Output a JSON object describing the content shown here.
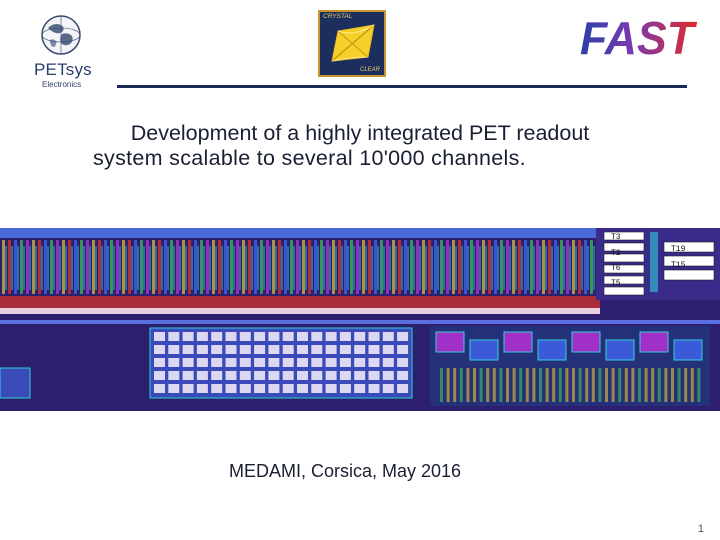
{
  "logos": {
    "petsys": {
      "name": "PETsys",
      "sub": "Electronics"
    },
    "crystal_clear": {
      "top": "CRYSTAL",
      "bottom": "CLEAR"
    },
    "fast": {
      "text": "FAST"
    }
  },
  "slide": {
    "title_line1": "Development of a highly integrated PET readout",
    "title_line2": "system scalable to several 10'000 channels.",
    "subtitle": "MEDAMI, Corsica, May 2016",
    "page_number": "1"
  },
  "chip_labels": [
    "T3",
    "T2",
    "T6",
    "T5",
    "T19",
    "T15"
  ],
  "colors": {
    "title_text": "#1a1f33",
    "rule": "#1a2a55",
    "chip_bg": "#2b1f6e",
    "chip_blue": "#3a5ad8",
    "chip_red": "#c03030",
    "chip_gold": "#b8a040",
    "chip_green": "#3aa060",
    "chip_cyan": "#2fd0d8",
    "chip_purple": "#a030c8",
    "fast_red": "#e02a2a",
    "fast_blue": "#2a3fa8"
  }
}
